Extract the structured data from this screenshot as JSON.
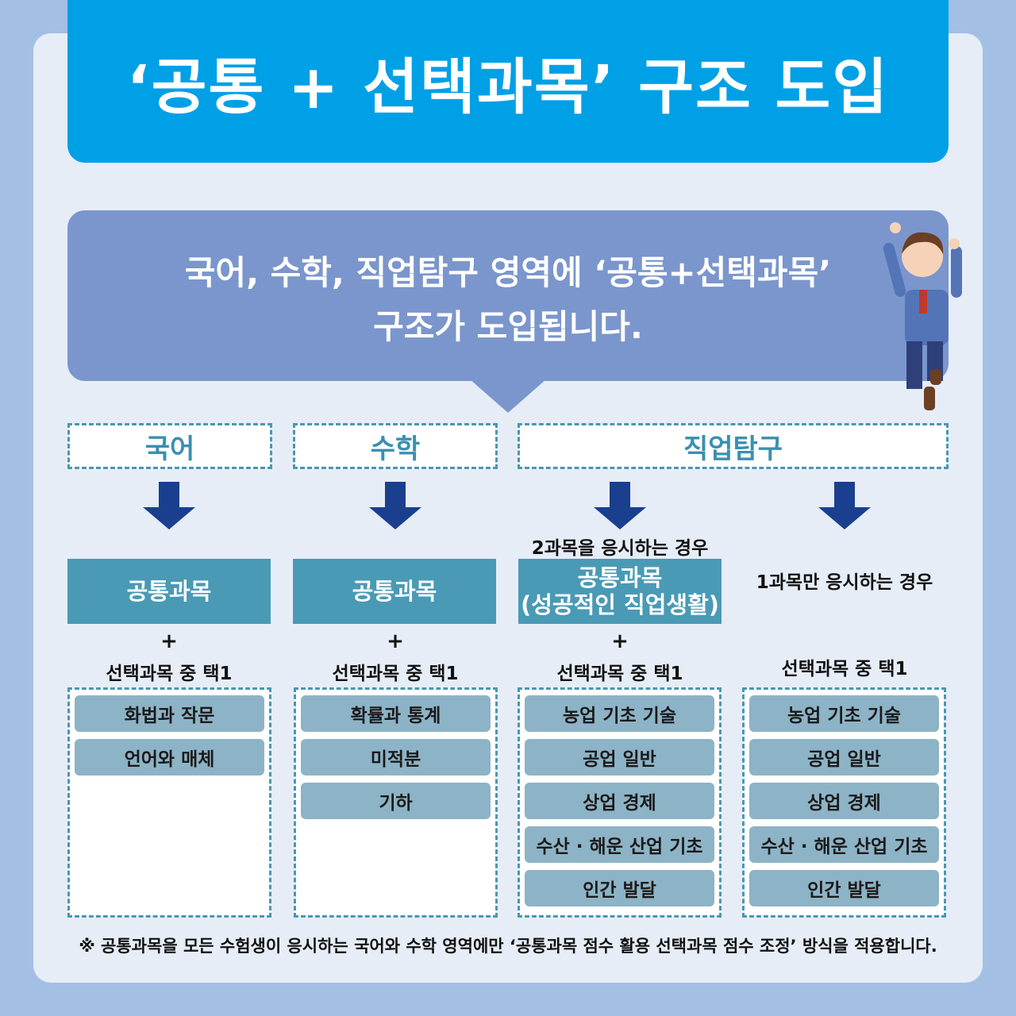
{
  "title": "‘공통 + 선택과목’ 구조 도입",
  "bubble": {
    "line1": "국어, 수학, 직업탐구 영역에 ‘공통+선택과목’",
    "line2": "구조가 도입됩니다."
  },
  "headers": [
    "국어",
    "수학",
    "직업탐구"
  ],
  "two_subject_label": "2과목을 응시하는 경우",
  "one_subject_label": "1과목만 응시하는 경우",
  "common": [
    "공통과목",
    "공통과목",
    "공통과목",
    "(성공적인 직업생활)"
  ],
  "plus": "+",
  "choose_label": "선택과목 중 택1",
  "columns": [
    [
      "화법과 작문",
      "언어와 매체"
    ],
    [
      "확률과 통계",
      "미적분",
      "기하"
    ],
    [
      "농업 기초 기술",
      "공업 일반",
      "상업 경제",
      "수산 · 해운 산업 기초",
      "인간 발달"
    ],
    [
      "농업 기초 기술",
      "공업 일반",
      "상업 경제",
      "수산 · 해운 산업 기초",
      "인간 발달"
    ]
  ],
  "footnote": "※ 공통과목을 모든 수험생이 응시하는 국어와 수학 영역에만 ‘공통과목 점수 활용 선택과목 점수 조정’ 방식을 적용합니다.",
  "colors": {
    "banner": "#00a0e6",
    "bubble": "#7b96cc",
    "teal": "#4a9ab5",
    "pill": "#8db3c6",
    "arrow": "#1a3f8f"
  }
}
